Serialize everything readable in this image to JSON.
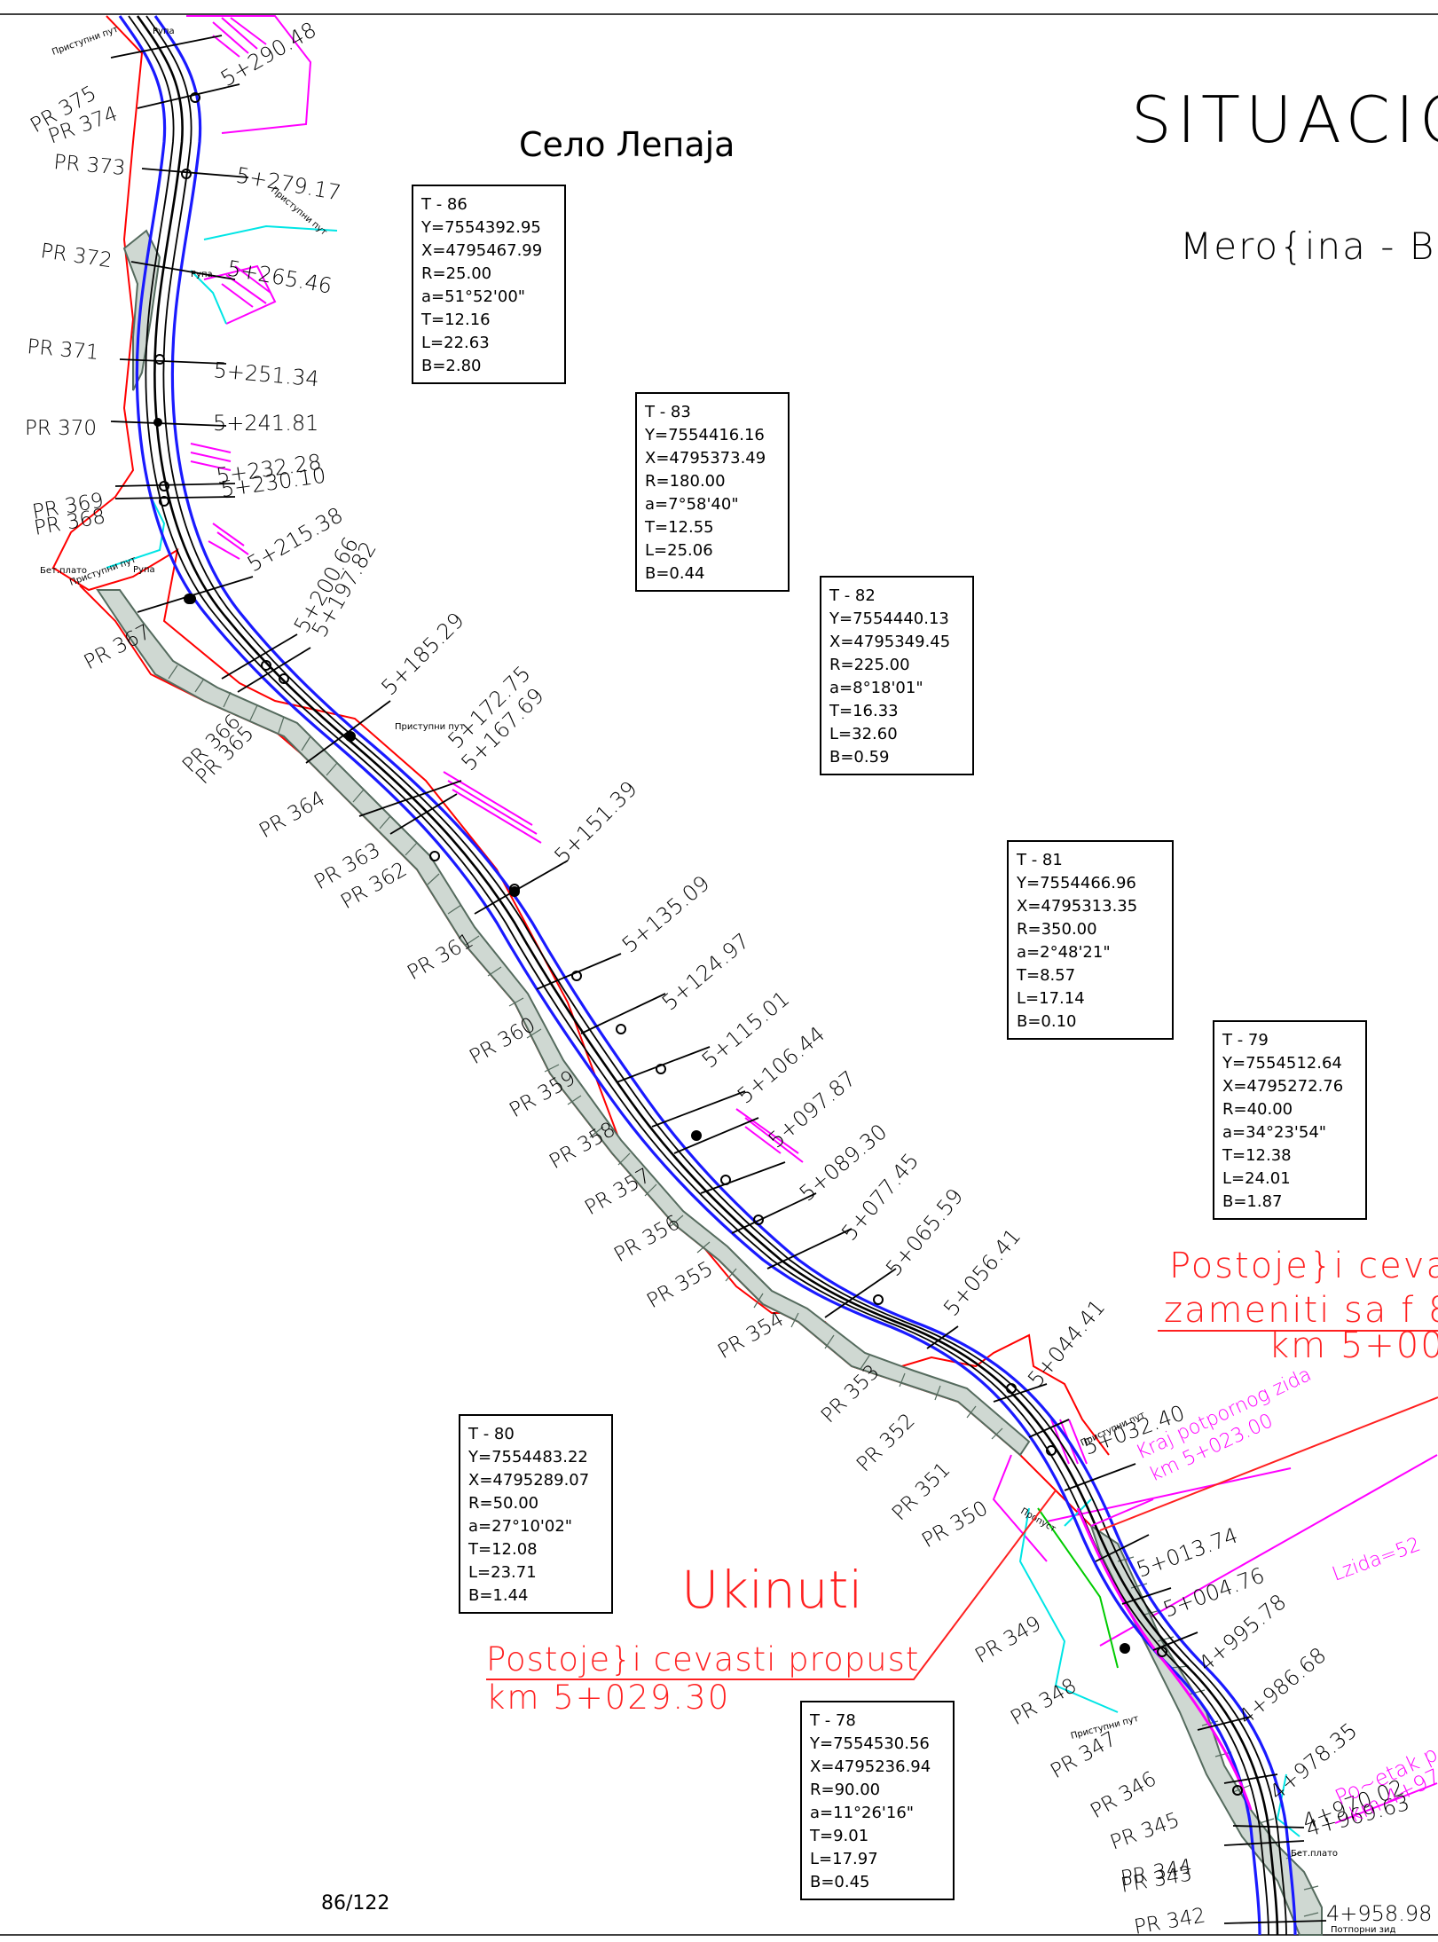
{
  "sheet": {
    "title": "SITUACION",
    "subtitle": "Mero{ina - Ba",
    "village": "Село Лепаја",
    "page_number": "86/122"
  },
  "profiles": [
    {
      "label": "PR 375"
    },
    {
      "label": "PR 374"
    },
    {
      "label": "PR 373"
    },
    {
      "label": "PR 372"
    },
    {
      "label": "PR 371"
    },
    {
      "label": "PR 370"
    },
    {
      "label": "PR 369"
    },
    {
      "label": "PR 368"
    },
    {
      "label": "PR 367"
    },
    {
      "label": "PR 366"
    },
    {
      "label": "PR 365"
    },
    {
      "label": "PR 364"
    },
    {
      "label": "PR 363"
    },
    {
      "label": "PR 362"
    },
    {
      "label": "PR 361"
    },
    {
      "label": "PR 360"
    },
    {
      "label": "PR 359"
    },
    {
      "label": "PR 358"
    },
    {
      "label": "PR 357"
    },
    {
      "label": "PR 356"
    },
    {
      "label": "PR 355"
    },
    {
      "label": "PR 354"
    },
    {
      "label": "PR 353"
    },
    {
      "label": "PR 352"
    },
    {
      "label": "PR 351"
    },
    {
      "label": "PR 350"
    },
    {
      "label": "PR 349"
    },
    {
      "label": "PR 348"
    },
    {
      "label": "PR 347"
    },
    {
      "label": "PR 346"
    },
    {
      "label": "PR 345"
    },
    {
      "label": "PR 344"
    },
    {
      "label": "PR 343"
    },
    {
      "label": "PR 342"
    }
  ],
  "stations": [
    "5+290.48",
    "5+279.17",
    "5+265.46",
    "5+251.34",
    "5+241.81",
    "5+232.28",
    "5+230.10",
    "5+215.38",
    "5+200.66",
    "5+197.82",
    "5+185.29",
    "5+172.75",
    "5+167.69",
    "5+151.39",
    "5+135.09",
    "5+124.97",
    "5+115.01",
    "5+106.44",
    "5+097.87",
    "5+089.30",
    "5+077.45",
    "5+065.59",
    "5+056.41",
    "5+044.41",
    "5+032.40",
    "5+013.74",
    "5+004.76",
    "4+995.78",
    "4+986.68",
    "4+978.35",
    "4+970.02",
    "4+969.63",
    "4+958.98"
  ],
  "curves": [
    {
      "name": "T - 86",
      "Y": "Y=7554392.95",
      "X": "X=4795467.99",
      "R": "R=25.00",
      "a": "a=51°52'00\"",
      "T": "T=12.16",
      "L": "L=22.63",
      "B": "B=2.80"
    },
    {
      "name": "T - 83",
      "Y": "Y=7554416.16",
      "X": "X=4795373.49",
      "R": "R=180.00",
      "a": "a=7°58'40\"",
      "T": "T=12.55",
      "L": "L=25.06",
      "B": "B=0.44"
    },
    {
      "name": "T - 82",
      "Y": "Y=7554440.13",
      "X": "X=4795349.45",
      "R": "R=225.00",
      "a": "a=8°18'01\"",
      "T": "T=16.33",
      "L": "L=32.60",
      "B": "B=0.59"
    },
    {
      "name": "T - 81",
      "Y": "Y=7554466.96",
      "X": "X=4795313.35",
      "R": "R=350.00",
      "a": "a=2°48'21\"",
      "T": "T=8.57",
      "L": "L=17.14",
      "B": "B=0.10"
    },
    {
      "name": "T - 79",
      "Y": "Y=7554512.64",
      "X": "X=4795272.76",
      "R": "R=40.00",
      "a": "a=34°23'54\"",
      "T": "T=12.38",
      "L": "L=24.01",
      "B": "B=1.87"
    },
    {
      "name": "T - 80",
      "Y": "Y=7554483.22",
      "X": "X=4795289.07",
      "R": "R=50.00",
      "a": "a=27°10'02\"",
      "T": "T=12.08",
      "L": "L=23.71",
      "B": "B=1.44"
    },
    {
      "name": "T - 78",
      "Y": "Y=7554530.56",
      "X": "X=4795236.94",
      "R": "R=90.00",
      "a": "a=11°26'16\"",
      "T": "T=9.01",
      "L": "L=17.97",
      "B": "B=0.45"
    }
  ],
  "annotations": {
    "culvert_replace_1": "Postoje}i  cevast",
    "culvert_replace_2": "zameniti  sa  f  8",
    "culvert_replace_3": "km  5+00",
    "remove_title": "Ukinuti",
    "remove_line1": "Postoje}i  cevasti  propust",
    "remove_line2": "km  5+029.30",
    "wall_end_1": "Kraj  potpornog  zida",
    "wall_end_2": "km  5+023.00",
    "wall_len": "Lzida=52",
    "wall_start_1": "Po~etak  p",
    "wall_start_2": "km  4+97",
    "access_road": "Приступни пут",
    "pit": "Рупа",
    "concrete_plateau": "Бет.плато",
    "retaining_wall": "Потпорни зид",
    "culvert_short": "Пропуст"
  },
  "colors": {
    "axis": "#000000",
    "road_edge": "#1a1aff",
    "boundary": "#ff0000",
    "property": "#ff00ff",
    "water": "#00e5e5",
    "slope": "#556b5e",
    "proposal": "#ff2020"
  }
}
